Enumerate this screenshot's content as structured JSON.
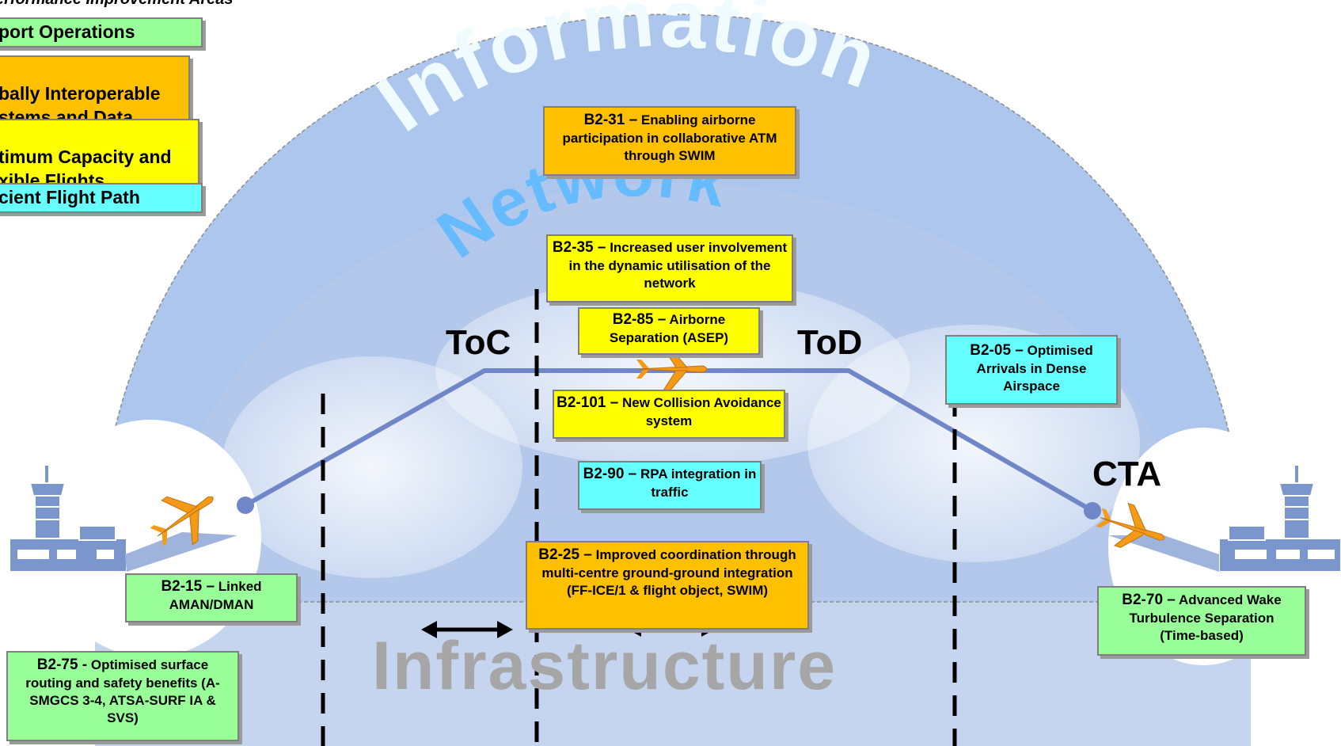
{
  "legend": {
    "title": "erformance Improvement Areas",
    "items": [
      {
        "label": "port Operations",
        "color": "#99ff99"
      },
      {
        "label": "bally Interoperable\nstems and Data",
        "color": "#ffc000"
      },
      {
        "label": "timum Capacity and\nxible Flights",
        "color": "#ffff00"
      },
      {
        "label": "cient Flight Path",
        "color": "#66ffff"
      }
    ]
  },
  "arc_words": {
    "information": "Information",
    "network": "Network",
    "infrastructure": "Infrastructure"
  },
  "phase_labels": {
    "toc": "ToC",
    "tod": "ToD",
    "cta": "CTA"
  },
  "modules": {
    "b2_31": {
      "code": "B2-31 –",
      "text": " Enabling airborne participation in collaborative ATM through SWIM",
      "color": "#ffc000"
    },
    "b2_35": {
      "code": "B2-35 –",
      "text": " Increased user involvement in the dynamic utilisation of the network",
      "color": "#ffff00"
    },
    "b2_85": {
      "code": "B2-85 –",
      "text": " Airborne Separation (ASEP)",
      "color": "#ffff00"
    },
    "b2_05": {
      "code": "B2-05 –",
      "text": " Optimised Arrivals in Dense Airspace",
      "color": "#66ffff"
    },
    "b2_101": {
      "code": "B2-101 –",
      "text": " New Collision Avoidance system",
      "color": "#ffff00"
    },
    "b2_90": {
      "code": "B2-90 –",
      "text": " RPA integration in traffic",
      "color": "#66ffff"
    },
    "b2_25": {
      "code": "B2-25 –",
      "text": " Improved coordination through multi-centre ground-ground integration (FF-ICE/1 & flight object, SWIM)",
      "color": "#ffc000"
    },
    "b2_15": {
      "code": "B2-15 –",
      "text": " Linked AMAN/DMAN",
      "color": "#99ff99"
    },
    "b2_70": {
      "code": "B2-70 –",
      "text": " Advanced Wake Turbulence Separation (Time-based)",
      "color": "#99ff99"
    },
    "b2_75": {
      "code": "B2-75 -",
      "text": " Optimised surface routing and safety benefits (A-SMGCS 3-4, ATSA-SURF IA & SVS)",
      "color": "#99ff99"
    }
  },
  "icons": [
    "airport-tower-icon",
    "airplane-icon",
    "double-arrow-icon"
  ]
}
